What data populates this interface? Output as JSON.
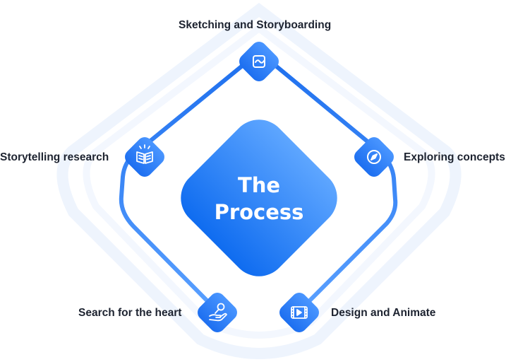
{
  "center": {
    "title_line_1": "The",
    "title_line_2": "Process"
  },
  "steps": [
    {
      "label": "Sketching and Storyboarding",
      "icon": "storyboard-icon"
    },
    {
      "label": "Storytelling research",
      "icon": "open-book-icon"
    },
    {
      "label": "Exploring concepts",
      "icon": "compass-icon"
    },
    {
      "label": "Search for the heart",
      "icon": "hand-magnifier-icon"
    },
    {
      "label": "Design and Animate",
      "icon": "film-play-icon"
    }
  ],
  "colors": {
    "accent": "#2f80f5",
    "accent_dark": "#1565e8",
    "accent_light": "#5aa2ff",
    "text": "#1d2330",
    "halo": "#eef4fd"
  }
}
